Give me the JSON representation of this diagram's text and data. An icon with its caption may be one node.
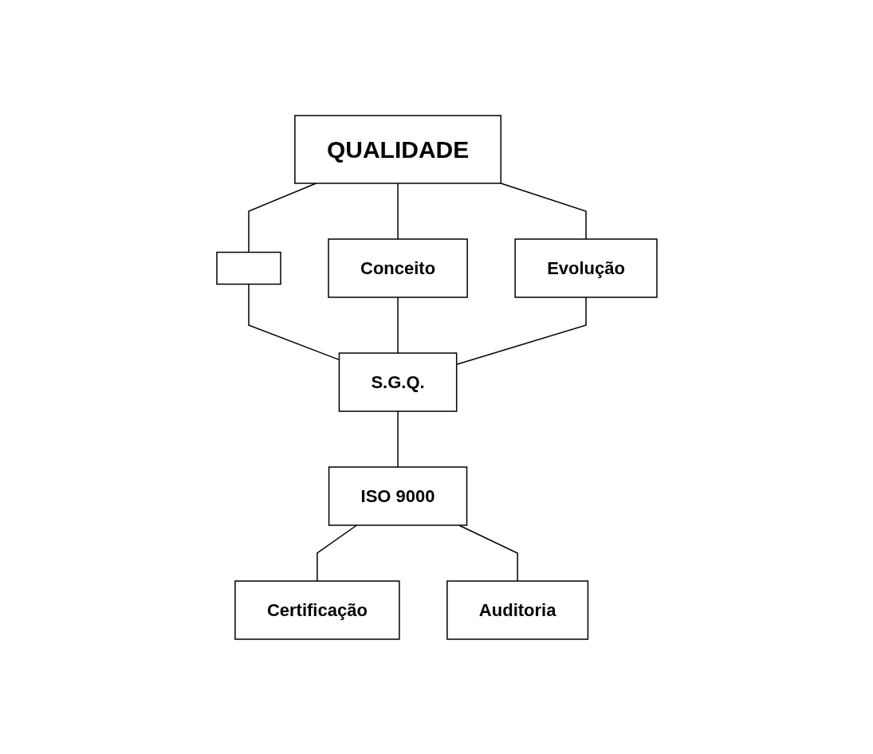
{
  "diagram": {
    "nodes": [
      {
        "text": [
          "QUALIDADE"
        ]
      },
      {
        "text": [],
        "shape": "box"
      },
      {
        "text": [
          "Conceito"
        ]
      },
      {
        "text": [
          "Evolução"
        ]
      },
      {
        "text": [
          "S.G.Q."
        ]
      },
      {
        "text": [
          "ISO 9000"
        ]
      },
      {
        "text": [
          "Certificação"
        ]
      },
      {
        "text": [
          "Auditoria"
        ]
      }
    ],
    "edges": [
      {
        "from": 0,
        "to": 1,
        "arrow": "none"
      },
      {
        "from": 0,
        "to": 2,
        "arrow": "none"
      },
      {
        "from": 0,
        "to": 3,
        "arrow": "none"
      },
      {
        "from": 1,
        "to": 4,
        "arrow": "none"
      },
      {
        "from": 2,
        "to": 4,
        "arrow": "none"
      },
      {
        "from": 3,
        "to": 4,
        "arrow": "none"
      },
      {
        "from": 4,
        "to": 5,
        "arrow": "none"
      },
      {
        "from": 5,
        "to": 6,
        "arrow": "none"
      },
      {
        "from": 5,
        "to": 7,
        "arrow": "none"
      }
    ]
  }
}
